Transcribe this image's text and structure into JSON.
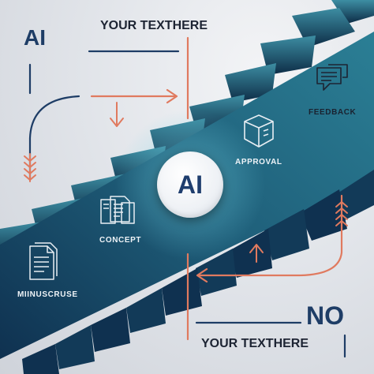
{
  "top_left_label": "AI",
  "top_heading": "YOUR TEXTHERE",
  "bottom_right_label": "NO",
  "bottom_heading": "YOUR TEXTHERE",
  "hub_label": "AI",
  "nodes": {
    "feedback": "FEEDBACK",
    "approval": "APPROVAL",
    "concept": "CONCEPT",
    "manuscript": "MIINUSCRUSE"
  },
  "colors": {
    "navy": "#1e3d66",
    "arrow_orange": "#e07a5f",
    "band_teal": "#1f5f7a"
  },
  "icons": [
    "chat-bubble-icon",
    "box-icon",
    "document-stack-icon",
    "document-icon",
    "arrow-feather-icon"
  ]
}
